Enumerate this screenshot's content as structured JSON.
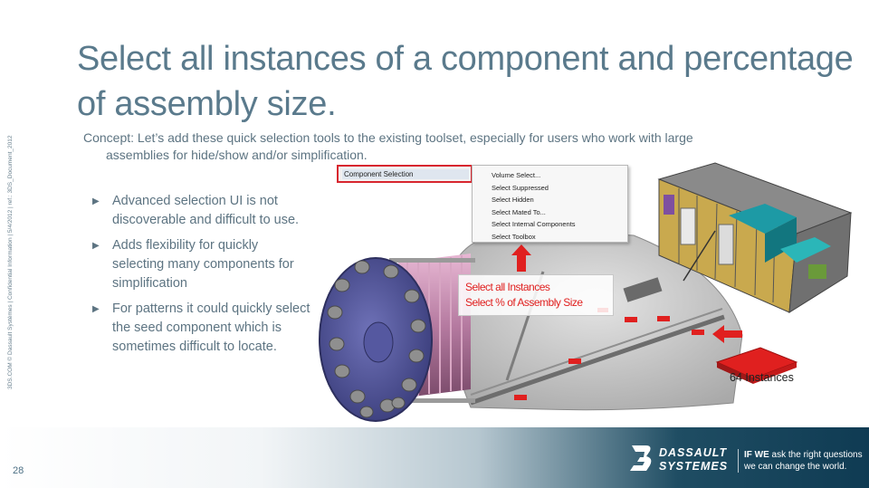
{
  "slide": {
    "title": "Select all instances of a component and percentage of assembly size.",
    "concept_line1": "Concept: Let’s add these quick selection tools to the existing toolset, especially for users who work with large",
    "concept_line2": "assemblies for hide/show and/or simplification.",
    "side_text": "3DS.COM © Dassault Systèmes | Confidential Information | 5/4/2012 | ref.: 3DS_Document_2012",
    "page_number": "28",
    "bullets": [
      {
        "lines": [
          "Advanced selection UI is not",
          "discoverable and difficult to use."
        ]
      },
      {
        "lines": [
          "Adds flexibility for quickly",
          "selecting many components for",
          "simplification"
        ]
      },
      {
        "lines": [
          "For patterns it could quickly select",
          "the seed component which is",
          "sometimes difficult to locate."
        ]
      }
    ]
  },
  "illustration": {
    "menu_item": "Component Selection",
    "submenu_items": [
      "Volume Select...",
      "Select Suppressed",
      "Select Hidden",
      "Select Mated To...",
      "Select Internal Components",
      "Select Toolbox"
    ],
    "callout": [
      "Select all Instances",
      "Select % of Assembly Size"
    ],
    "instances_label": "64 Instances",
    "accent_color": "#e0201f"
  },
  "footer": {
    "logo_word1": "DASSAULT",
    "logo_word2": "SYSTEMES",
    "tagline_bold": "IF WE",
    "tagline_rest": " ask the right questions",
    "tagline_line2": "we can change the world."
  }
}
